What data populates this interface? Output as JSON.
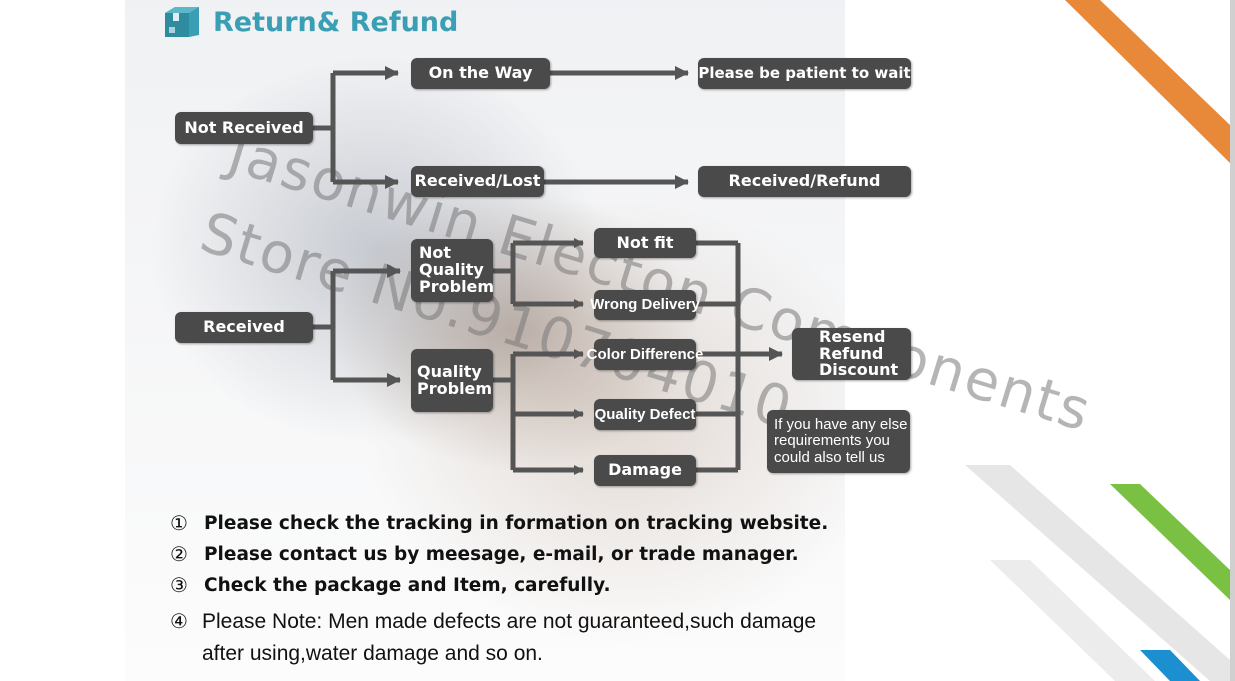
{
  "header": {
    "title": "Return& Refund",
    "icon": "package-box-icon"
  },
  "watermark": {
    "line1": "Jasonwin Electon Components",
    "line2": "Store No.910704010"
  },
  "flow": {
    "not_received": "Not Received",
    "on_the_way": "On the Way",
    "patient": "Please be patient to wait",
    "received_lost": "Received/Lost",
    "received_refund": "Received/Refund",
    "received": "Received",
    "not_quality": [
      "Not",
      "Quality",
      "Problem"
    ],
    "quality": [
      "Quality",
      "Problem"
    ],
    "not_fit": "Not fit",
    "wrong_delivery": "Wrong Delivery",
    "color_difference": "Color Difference",
    "quality_defect": "Quality Defect",
    "damage": "Damage",
    "resolution": [
      "Resend",
      "Refund",
      "Discount"
    ],
    "extra": [
      "If you have any else",
      "requirements you",
      "could also tell us"
    ]
  },
  "notes": [
    {
      "num": "①",
      "text": "Please check the tracking in formation on tracking website."
    },
    {
      "num": "②",
      "text": "Please contact us by meesage, e-mail, or trade manager."
    },
    {
      "num": "③",
      "text": "Check the package and Item, carefully."
    },
    {
      "num": "④",
      "line1": "Please Note: Men made defects  are not guaranteed,such damage",
      "line2": "after using,water damage and so on."
    }
  ],
  "colors": {
    "box": "#4a4a4a",
    "title": "#3a9fb4",
    "orange": "#e8893a",
    "green": "#7ac143",
    "blue": "#1b8fd0"
  }
}
